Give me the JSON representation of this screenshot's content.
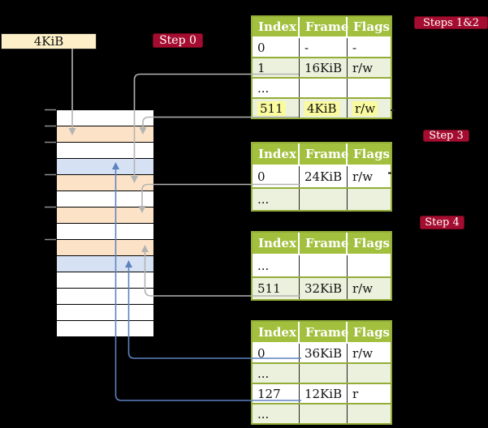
{
  "colors": {
    "background": "#000000",
    "table_border": "#93ad38",
    "header_bg": "#a2c03d",
    "row_alt": "#ebf1dc",
    "highlight": "#fafa9e",
    "frame_table_orange": "#fce3c7",
    "frame_mapped_blue": "#d6e2f3",
    "line_gray": "#b3b3b3",
    "line_blue": "#5e81c0",
    "badge_bg": "#a50d30",
    "label_box_bg": "#fdf0c8"
  },
  "label_box": {
    "text": "4KiB"
  },
  "badges": {
    "step0": "Step 0",
    "steps12": "Steps 1&2",
    "step3": "Step 3",
    "step4": "Step 4"
  },
  "tables": [
    {
      "badge": "Steps 1&2",
      "headers": [
        "Index",
        "Frame",
        "Flags"
      ],
      "rows": [
        [
          "0",
          "-",
          "-"
        ],
        [
          "1",
          "16KiB",
          "r/w"
        ],
        [
          "...",
          "",
          ""
        ],
        [
          "511",
          "4KiB",
          "r/w"
        ]
      ],
      "highlighted_row": "511"
    },
    {
      "badge": "Step 3",
      "headers": [
        "Index",
        "Frame",
        "Flags"
      ],
      "rows": [
        [
          "0",
          "24KiB",
          "r/w"
        ],
        [
          "...",
          "",
          ""
        ]
      ]
    },
    {
      "badge": "Step 4",
      "headers": [
        "Index",
        "Frame",
        "Flags"
      ],
      "rows": [
        [
          "...",
          "",
          ""
        ],
        [
          "511",
          "32KiB",
          "r/w"
        ]
      ]
    },
    {
      "badge": null,
      "headers": [
        "Index",
        "Frame",
        "Flags"
      ],
      "rows": [
        [
          "0",
          "36KiB",
          "r/w"
        ],
        [
          "...",
          "",
          ""
        ],
        [
          "127",
          "12KiB",
          "r"
        ],
        [
          "...",
          "",
          ""
        ]
      ]
    }
  ],
  "memory": {
    "rows": [
      {
        "kind": "free"
      },
      {
        "kind": "table"
      },
      {
        "kind": "free"
      },
      {
        "kind": "mapped"
      },
      {
        "kind": "table"
      },
      {
        "kind": "free"
      },
      {
        "kind": "table"
      },
      {
        "kind": "free"
      },
      {
        "kind": "table"
      },
      {
        "kind": "mapped"
      },
      {
        "kind": "free"
      },
      {
        "kind": "free"
      },
      {
        "kind": "free"
      },
      {
        "kind": "free"
      }
    ]
  }
}
